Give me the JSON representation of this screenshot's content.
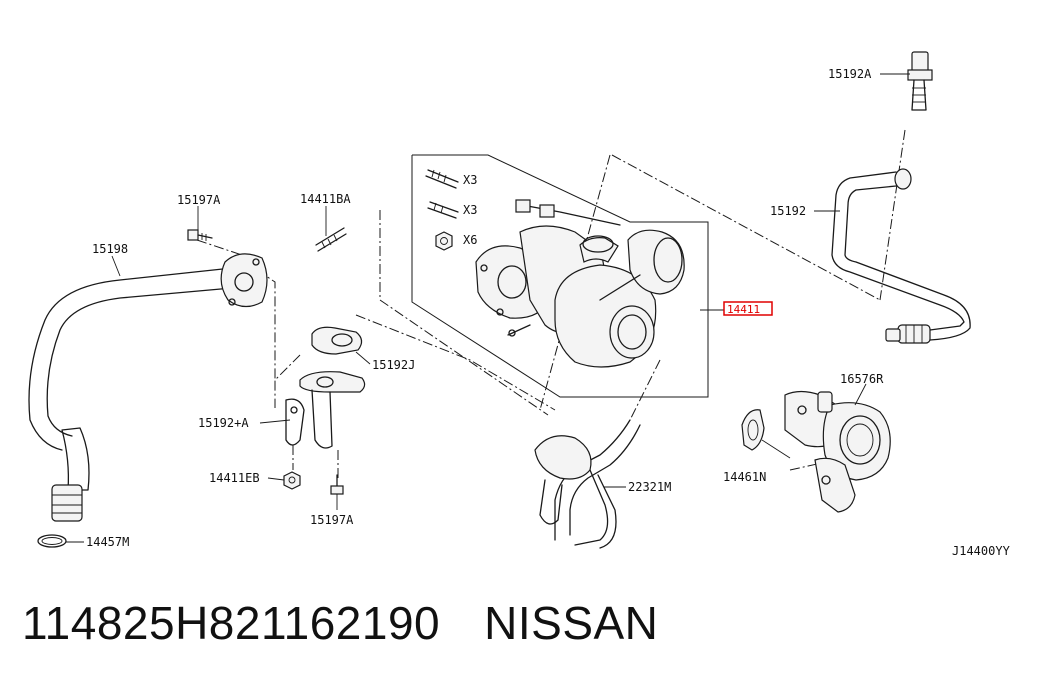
{
  "diagram": {
    "callouts": {
      "p15192a": "15192A",
      "p15192": "15192",
      "p15197a_top": "15197A",
      "p14411ba": "14411BA",
      "p15198": "15198",
      "x3a": "X3",
      "x3b": "X3",
      "x6": "X6",
      "p14411": "14411",
      "p15192j": "15192J",
      "p15192pa": "15192+A",
      "p14411eb": "14411EB",
      "p15197a_bottom": "15197A",
      "p14457m": "14457M",
      "p22321m": "22321M",
      "p16576r": "16576R",
      "p14461n": "14461N"
    },
    "diagram_code": "J14400YY",
    "highlight_color": "#e00000"
  },
  "caption": {
    "part_number": "114825H821162190",
    "brand": "NISSAN"
  }
}
